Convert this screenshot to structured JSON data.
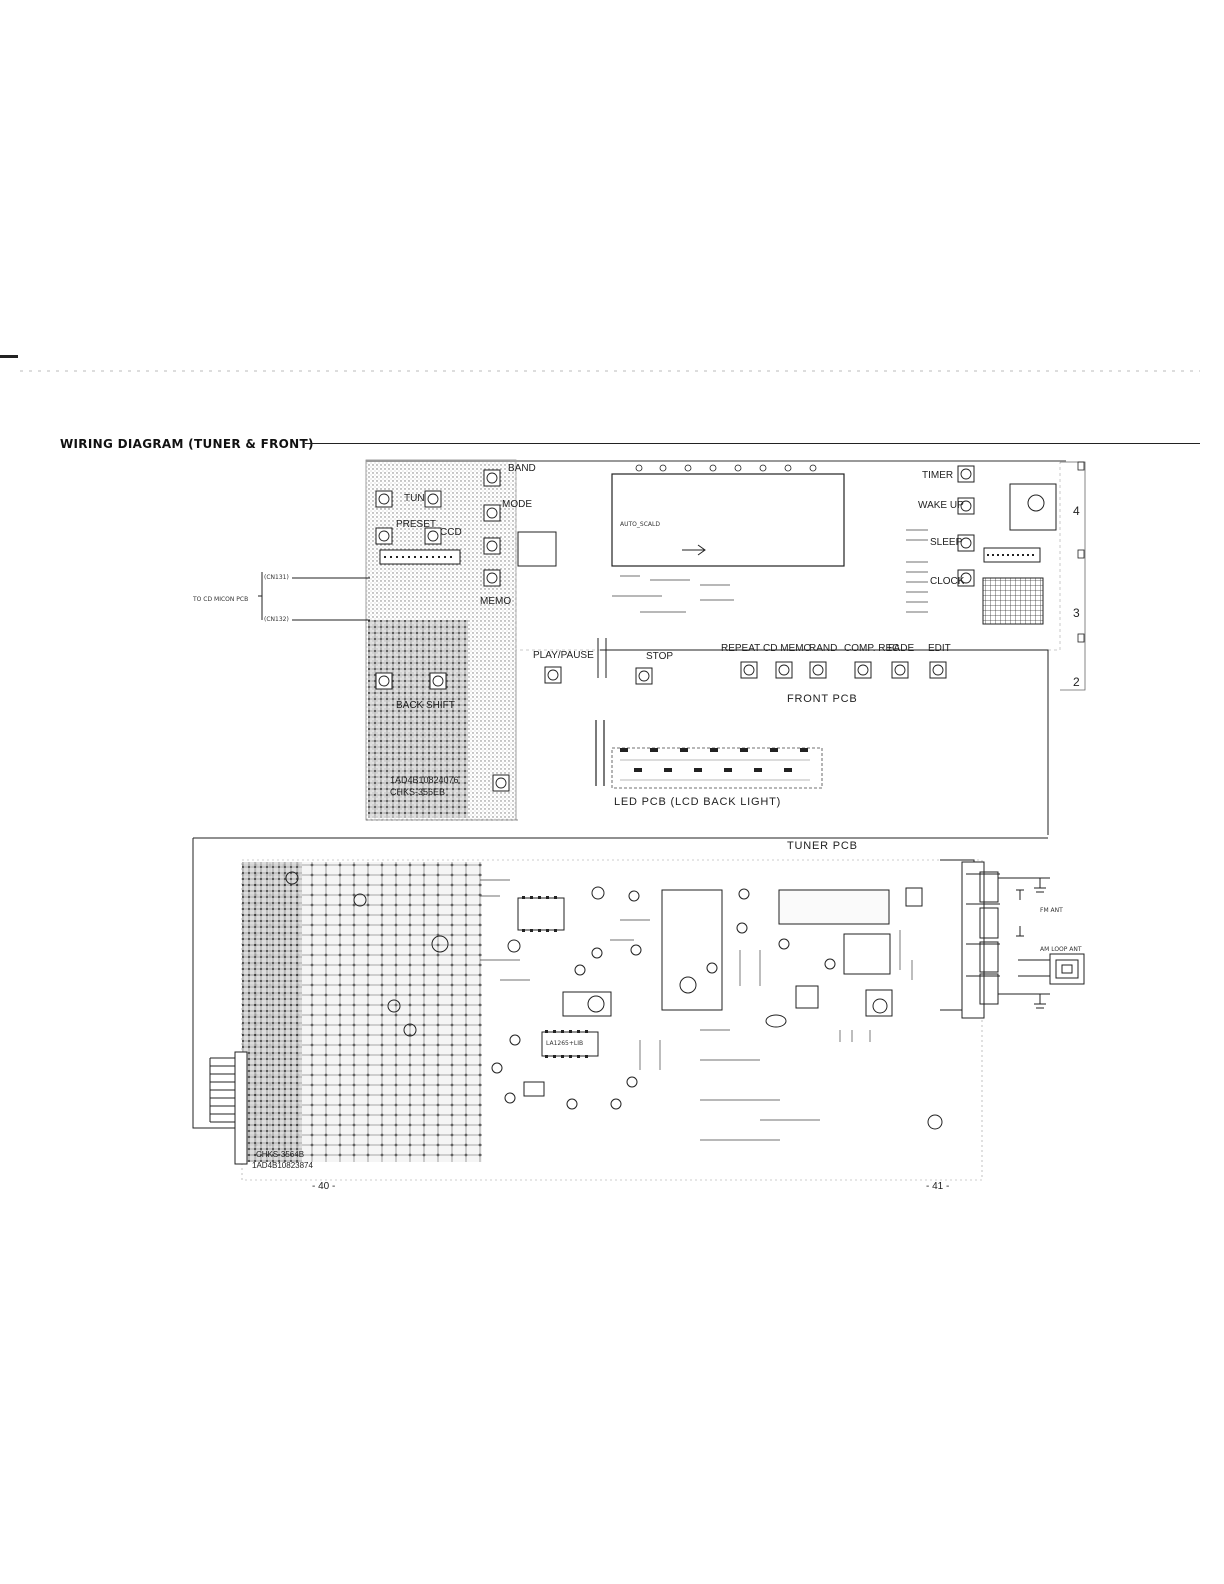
{
  "header": {
    "title": "WIRING DIAGRAM (TUNER & FRONT)"
  },
  "front_pcb": {
    "label": "FRONT PCB",
    "buttons": {
      "band": "BAND",
      "tun": "TUN",
      "mode": "MODE",
      "preset": "PRESET",
      "ccd": "CCD",
      "memo": "MEMO",
      "play_pause": "PLAY/PAUSE",
      "stop": "STOP",
      "repeat": "REPEAT",
      "cd_memo": "CD MEMO",
      "rand": "RAND",
      "comp_rec": "COMP. REC",
      "fade": "FADE",
      "edit": "EDIT",
      "timer": "TIMER",
      "wake_up": "WAKE UP",
      "sleep": "SLEEP",
      "clock": "CLOCK",
      "back_shift": "BACK SHIFT"
    },
    "lcd_text": "AUTO_SCALD",
    "board_marks": [
      "1AD4B10824076",
      "CHKS-356EB"
    ],
    "page_side_numbers": [
      "4",
      "3",
      "2"
    ]
  },
  "led_pcb": {
    "label": "LED PCB  (LCD BACK LIGHT)"
  },
  "tuner_pcb": {
    "label": "TUNER PCB",
    "fm_ant": "FM ANT",
    "am_loop_ant": "AM LOOP ANT",
    "ic_label": "LA1265+LIB",
    "board_marks": [
      "CHKS-3564B",
      "1AD4B10823874"
    ]
  },
  "connectors": {
    "cn131": "(CN131)",
    "cn132": "(CN132)",
    "to_cd_micon": "TO CD MICON PCB"
  },
  "pages": {
    "left": "- 40 -",
    "right": "- 41 -"
  },
  "colors": {
    "ink": "#222222",
    "trace": "#555555",
    "copper_dark": "#3a3a3a",
    "paper": "#ffffff"
  }
}
